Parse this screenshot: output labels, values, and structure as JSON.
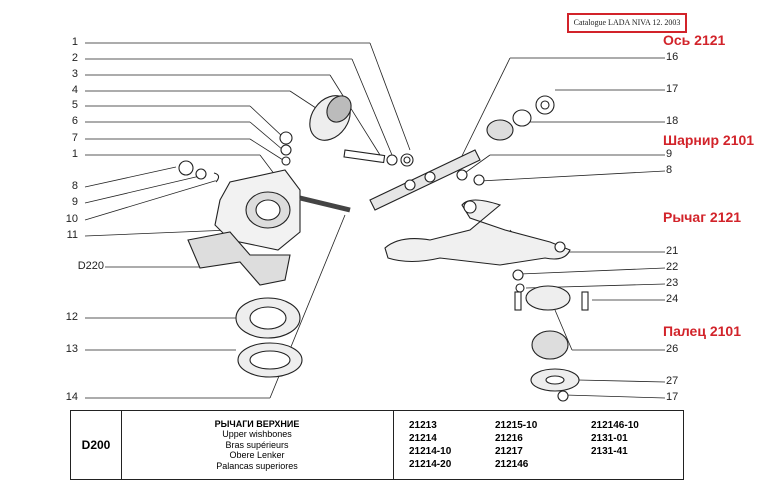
{
  "catalogue_stamp": "Catalogue LADA NIVA 12. 2003",
  "left_callouts": [
    "1",
    "2",
    "3",
    "4",
    "5",
    "6",
    "7",
    "1",
    "8",
    "9",
    "10",
    "11",
    "D220",
    "12",
    "13",
    "14"
  ],
  "right_callouts": [
    "16",
    "17",
    "18",
    "9",
    "8",
    "21",
    "22",
    "23",
    "24",
    "26",
    "27",
    "17"
  ],
  "annotations": {
    "axle": "Ось 2121",
    "joint": "Шарнир 2101",
    "arm": "Рычаг 2121",
    "pin": "Палец 2101"
  },
  "footer": {
    "code": "D200",
    "titles": [
      "РЫЧАГИ ВЕРХНИЕ",
      "Upper wishbones",
      "Bras supérieurs",
      "Obere Lenker",
      "Palancas superiores"
    ],
    "models_col1": [
      "21213",
      "21214",
      "21214-10",
      "21214-20"
    ],
    "models_col2": [
      "21215-10",
      "21216",
      "21217",
      "212146"
    ],
    "models_col3": [
      "212146-10",
      "2131-01",
      "2131-41"
    ]
  },
  "colors": {
    "annotation": "#d2232a",
    "line": "#222222"
  }
}
